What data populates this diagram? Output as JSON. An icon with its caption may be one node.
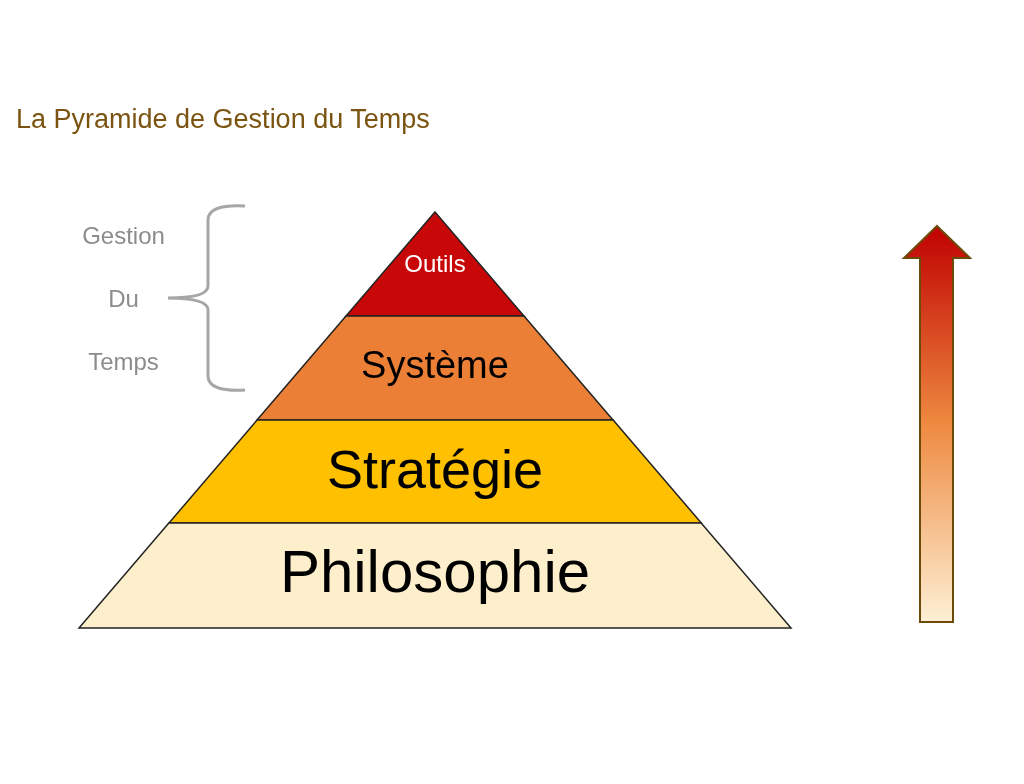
{
  "diagram": {
    "title": "La Pyramide de Gestion du Temps",
    "nodes": [
      {
        "text": [
          "Outils"
        ]
      },
      {
        "text": [
          "Système"
        ]
      },
      {
        "text": [
          "Stratégie"
        ]
      },
      {
        "text": [
          "Philosophie"
        ]
      }
    ],
    "labels": [
      "Gestion Du Temps"
    ]
  }
}
